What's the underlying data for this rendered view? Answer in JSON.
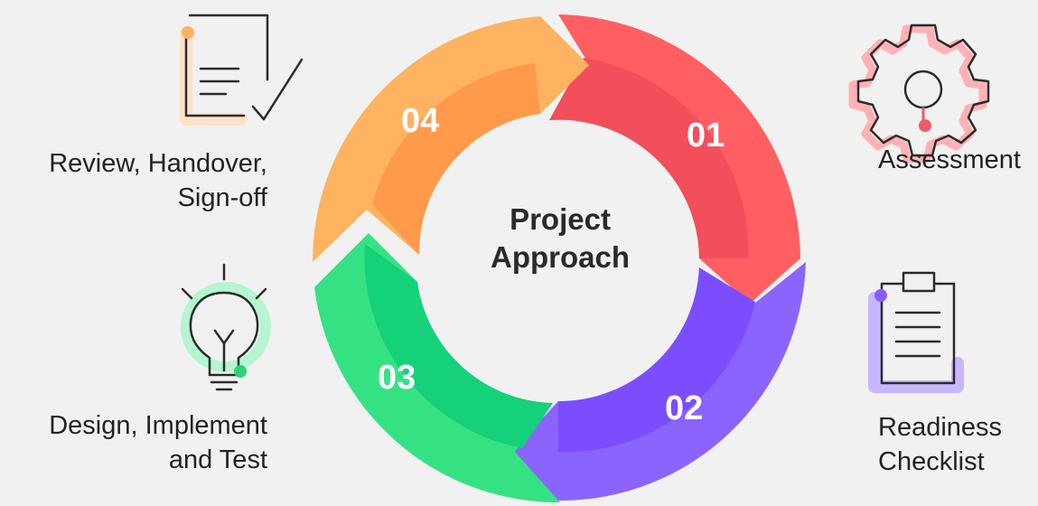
{
  "center": {
    "line1": "Project",
    "line2": "Approach"
  },
  "steps": [
    {
      "number": "01",
      "label_lines": [
        "Assessment"
      ],
      "icon": "gear-icon",
      "color": "#f24e5b"
    },
    {
      "number": "02",
      "label_lines": [
        "Readiness",
        "Checklist"
      ],
      "icon": "clipboard-icon",
      "color": "#7c4dff"
    },
    {
      "number": "03",
      "label_lines": [
        "Design, Implement",
        "and Test"
      ],
      "icon": "lightbulb-icon",
      "color": "#1ed17e"
    },
    {
      "number": "04",
      "label_lines": [
        "Review, Handover,",
        "Sign-off"
      ],
      "icon": "document-check-icon",
      "color": "#fb9a4b"
    }
  ]
}
